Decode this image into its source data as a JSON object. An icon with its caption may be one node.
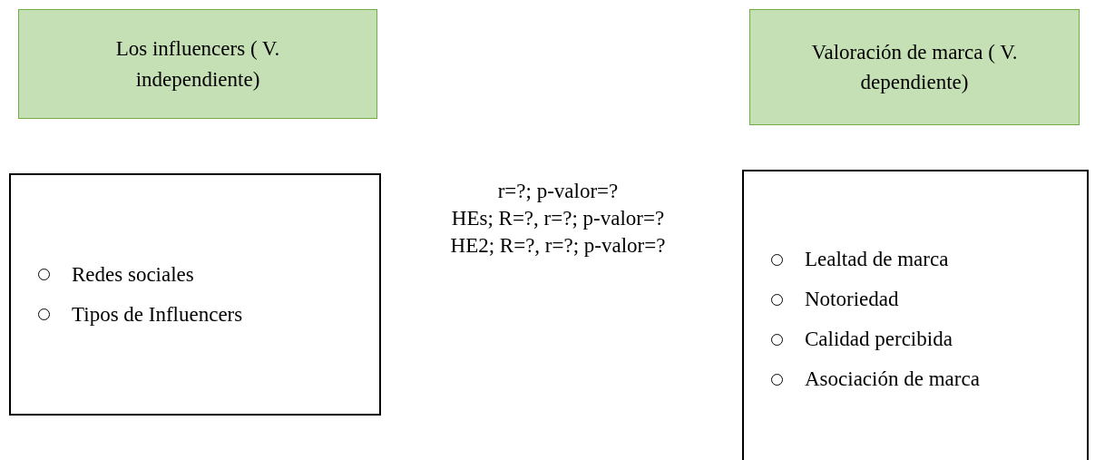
{
  "diagram": {
    "nodes": [
      {
        "text": [
          "Los influencers ( V. independiente)"
        ]
      },
      {
        "text": [
          "Valoración de marca ( V. dependiente)"
        ]
      },
      {
        "text": [
          "Redes sociales",
          "Tipos de Influencers"
        ]
      },
      {
        "text": [
          "Lealtad de marca",
          "Notoriedad",
          "Calidad percibida",
          "Asociación de marca"
        ]
      }
    ],
    "edges": [],
    "labels": [
      "r=?; p-valor=?",
      "HEs; R=?, r=?; p-valor=?",
      "HE2; R=?, r=?; p-valor=?"
    ]
  }
}
